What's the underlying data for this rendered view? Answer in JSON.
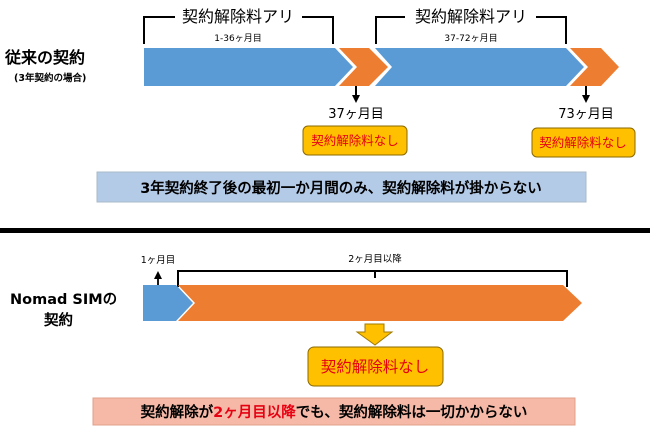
{
  "colors": {
    "blue": "#5b9bd5",
    "orange": "#ed7d31",
    "yellow": "#ffc000",
    "red_text": "#e60012",
    "banner_blue": "#b4cbe8",
    "banner_pink": "#f6b9a7",
    "divider": "#000000"
  },
  "top": {
    "row_title": "従来の契約",
    "row_subtitle": "(3年契約の場合)",
    "penalty_label": "契約解除料アリ",
    "span1": "1-36ヶ月目",
    "span2": "37-72ヶ月目",
    "month_marker_1": "37ヶ月目",
    "month_marker_2": "73ヶ月目",
    "no_fee_label": "契約解除料なし",
    "banner": "3年契約終了後の最初一か月間のみ、契約解除料が掛からない"
  },
  "bottom": {
    "row_title_1": "Nomad SIMの",
    "row_title_2": "契約",
    "first_month": "1ヶ月目",
    "after_second": "2ヶ月目以降",
    "no_fee_label": "契約解除料なし",
    "banner_part1": "契約解除が",
    "banner_highlight": "2ヶ月目以降",
    "banner_part2": "でも、契約解除料は一切かからない"
  }
}
